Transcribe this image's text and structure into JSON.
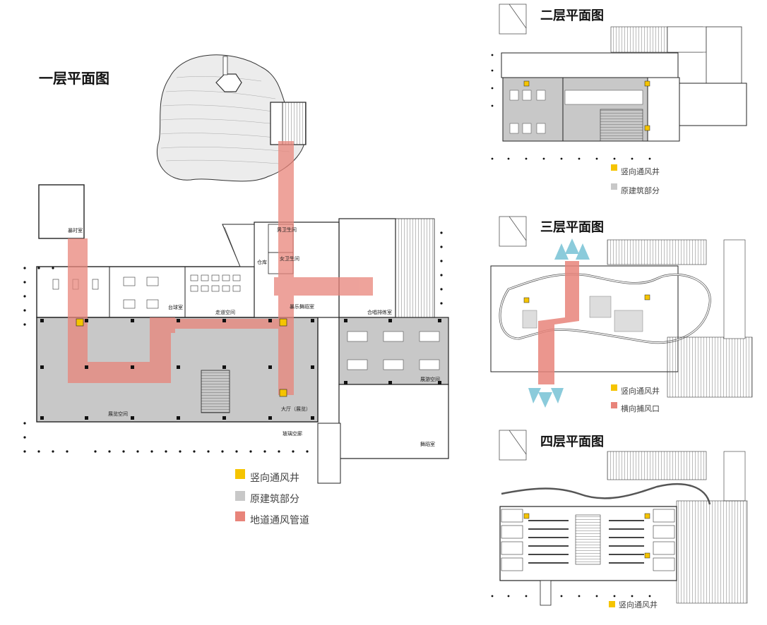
{
  "floors": {
    "f1": {
      "title": "一层平面图"
    },
    "f2": {
      "title": "二层平面图"
    },
    "f3": {
      "title": "三层平面图"
    },
    "f4": {
      "title": "四层平面图"
    }
  },
  "legend_labels": {
    "shaft": "竖向通风井",
    "original": "原建筑部分",
    "tunnel": "地道通风管道",
    "wind_catcher": "横向捕风口"
  },
  "colors": {
    "shaft": "#f5c400",
    "original": "#c8c8c8",
    "tunnel": "#e8847a",
    "wind_arrow": "#7fc6d8"
  },
  "f1_rooms": {
    "mufeng": "暴时室",
    "mens_wc": "男卫生间",
    "womens_wc": "女卫生间",
    "storage": "仓库",
    "piano": "台球室",
    "corridor": "走道空间",
    "backstage": "暴乐舞蹈室",
    "choir": "合唱排练室",
    "rest": "展览空间",
    "hall": "大厅（展览）",
    "glass": "玻璃空廊",
    "dance": "舞蹈室",
    "corridor2": "展游空间"
  }
}
